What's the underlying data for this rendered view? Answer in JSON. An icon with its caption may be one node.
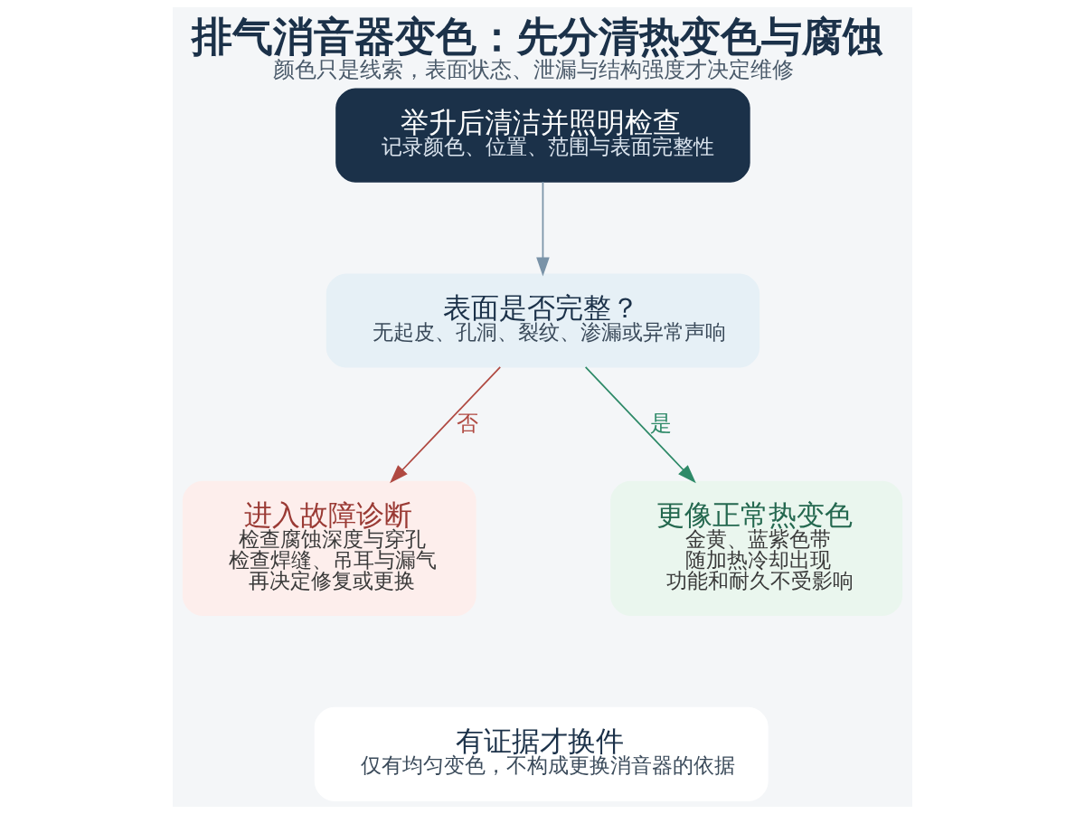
{
  "diagram": {
    "title": "排气消音器变色：先分清热变色与腐蚀",
    "caption": "颜色只是线索，表面状态、泄漏与结构强度才决定维修",
    "nodes": [
      {
        "text": [
          "举升后清洁并照明检查",
          "记录颜色、位置、范围与表面完整性"
        ]
      },
      {
        "text": [
          "表面是否完整？",
          "无起皮、孔洞、裂纹、渗漏或异常声响"
        ]
      },
      {
        "text": [
          "进入故障诊断",
          "检查腐蚀深度与穿孔",
          "检查焊缝、吊耳与漏气",
          "再决定修复或更换"
        ]
      },
      {
        "text": [
          "更像正常热变色",
          "金黄、蓝紫色带",
          "随加热冷却出现",
          "功能和耐久不受影响"
        ]
      },
      {
        "text": [
          "有证据才换件",
          "仅有均匀变色，不构成更换消音器的依据"
        ]
      }
    ],
    "edges": [
      {
        "from": 0,
        "to": 1,
        "arrow": "to",
        "color": "#7a93a8"
      },
      {
        "from": 1,
        "to": 2,
        "arrow": "to",
        "label": "否",
        "color": "#b04a42"
      },
      {
        "from": 1,
        "to": 3,
        "arrow": "to",
        "label": "是",
        "color": "#2e8a68"
      }
    ]
  }
}
